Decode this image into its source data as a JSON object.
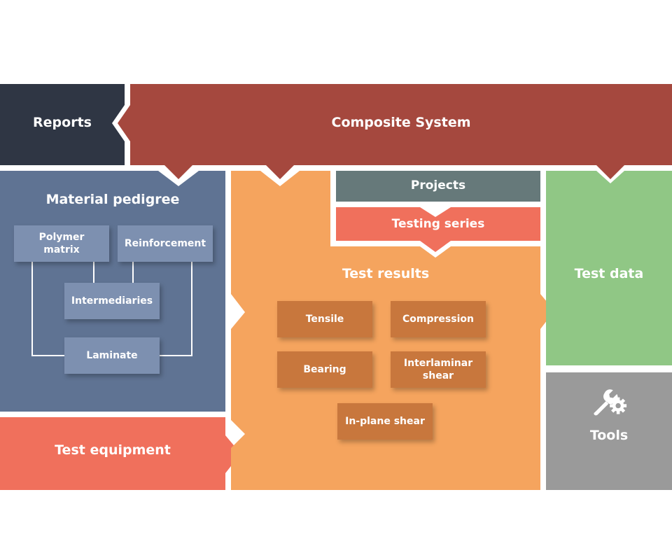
{
  "colors": {
    "reports": "#2f3644",
    "composite_system": "#a5483e",
    "material_pedigree": "#5f7393",
    "material_box": "#7d90b0",
    "test_results": "#f5a45e",
    "result_box": "#c8773d",
    "projects": "#66797a",
    "testing_series": "#f0705c",
    "test_equipment": "#f0705c",
    "test_data": "#90c785",
    "tools": "#9a9a9a"
  },
  "reports": {
    "label": "Reports"
  },
  "composite_system": {
    "label": "Composite System"
  },
  "material_pedigree": {
    "title": "Material pedigree",
    "polymer_matrix": "Polymer\nmatrix",
    "reinforcement": "Reinforcement",
    "intermediaries": "Intermediaries",
    "laminate": "Laminate"
  },
  "test_equipment": {
    "label": "Test equipment"
  },
  "projects": {
    "label": "Projects"
  },
  "testing_series": {
    "label": "Testing series"
  },
  "test_results": {
    "title": "Test results",
    "tensile": "Tensile",
    "compression": "Compression",
    "bearing": "Bearing",
    "interlaminar_shear": "Interlaminar\nshear",
    "in_plane_shear": "In-plane shear"
  },
  "test_data": {
    "label": "Test data"
  },
  "tools": {
    "label": "Tools",
    "icon": "wrench-gear-icon"
  }
}
